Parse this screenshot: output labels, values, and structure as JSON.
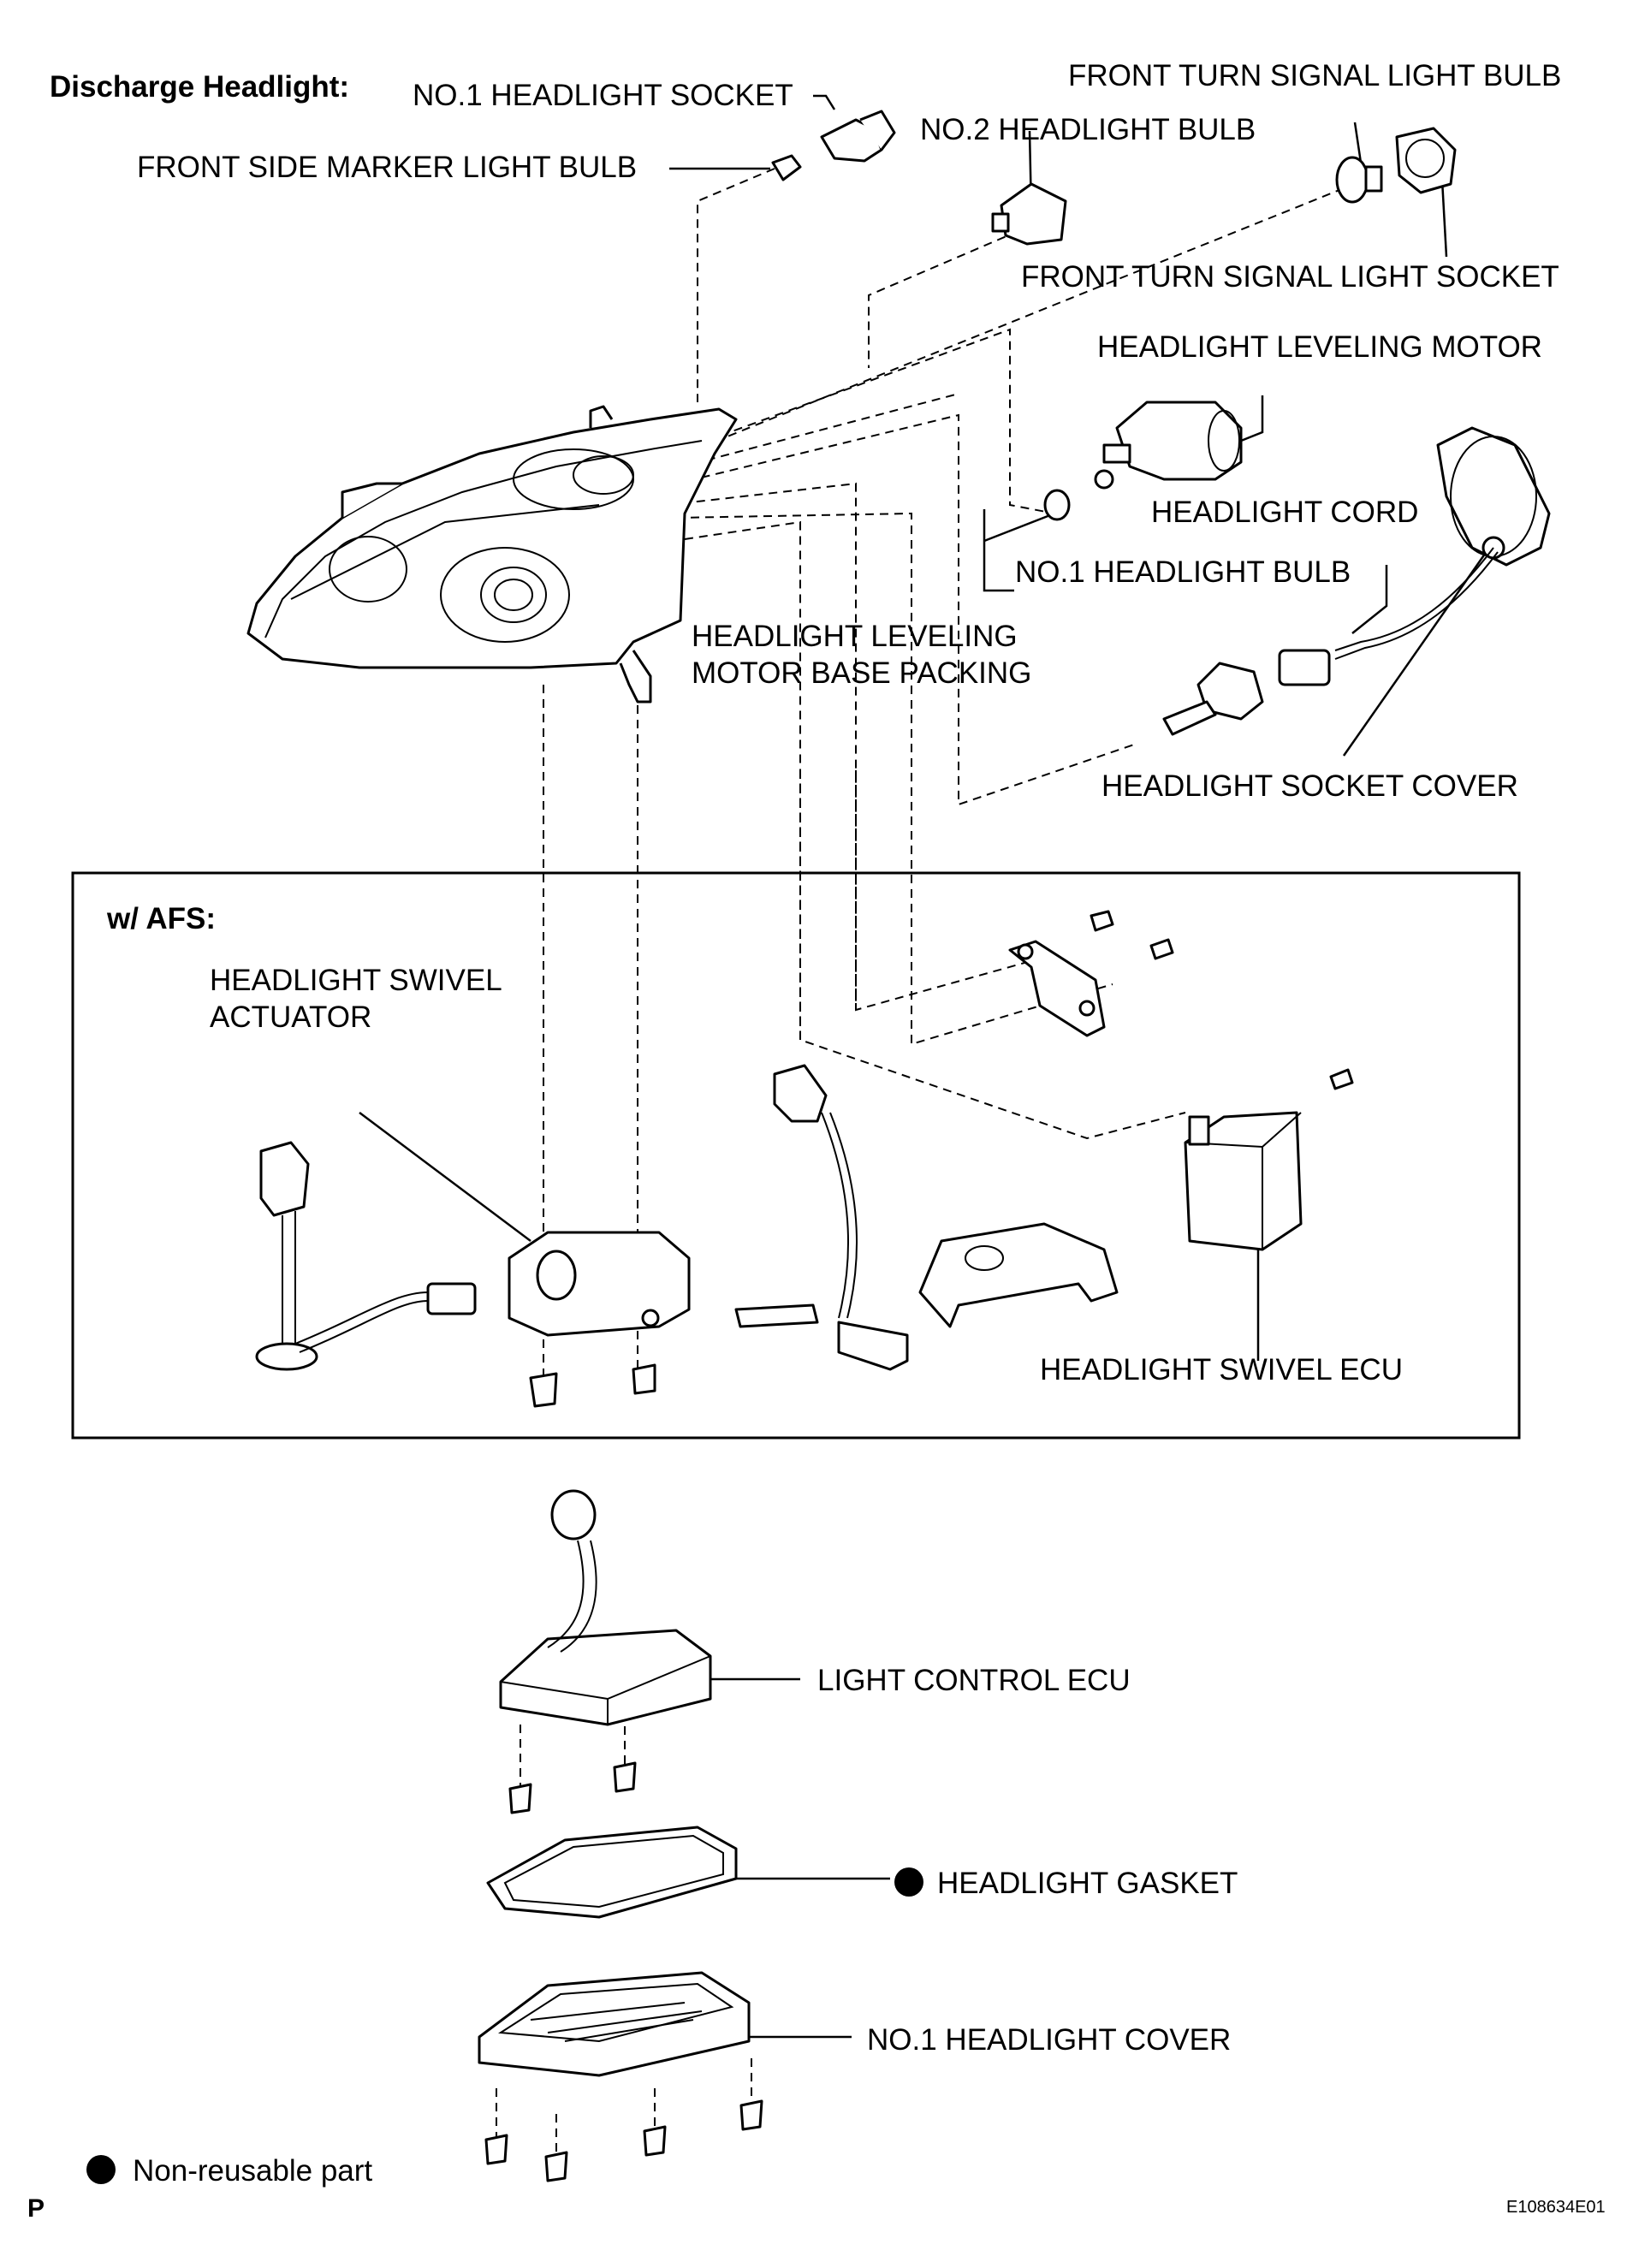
{
  "section_title": "Discharge Headlight:",
  "afs_title": "w/ AFS:",
  "labels": {
    "no1_headlight_socket": "NO.1 HEADLIGHT SOCKET",
    "front_turn_signal_light_bulb": "FRONT TURN SIGNAL LIGHT BULB",
    "no2_headlight_bulb": "NO.2 HEADLIGHT BULB",
    "front_side_marker_light_bulb": "FRONT SIDE MARKER LIGHT BULB",
    "front_turn_signal_light_socket": "FRONT TURN SIGNAL LIGHT SOCKET",
    "headlight_leveling_motor": "HEADLIGHT LEVELING MOTOR",
    "headlight_cord": "HEADLIGHT CORD",
    "no1_headlight_bulb": "NO.1 HEADLIGHT BULB",
    "headlight_leveling_motor_base_packing_line1": "HEADLIGHT LEVELING",
    "headlight_leveling_motor_base_packing_line2": "MOTOR BASE PACKING",
    "headlight_socket_cover": "HEADLIGHT SOCKET COVER",
    "headlight_swivel_actuator_line1": "HEADLIGHT SWIVEL",
    "headlight_swivel_actuator_line2": "ACTUATOR",
    "headlight_swivel_ecu": "HEADLIGHT SWIVEL ECU",
    "light_control_ecu": "LIGHT CONTROL ECU",
    "headlight_gasket": "HEADLIGHT GASKET",
    "no1_headlight_cover": "NO.1 HEADLIGHT COVER"
  },
  "legend": {
    "non_reusable_part": "Non-reusable part"
  },
  "footer": {
    "page_letter": "P",
    "figure_code": "E108634E01"
  }
}
